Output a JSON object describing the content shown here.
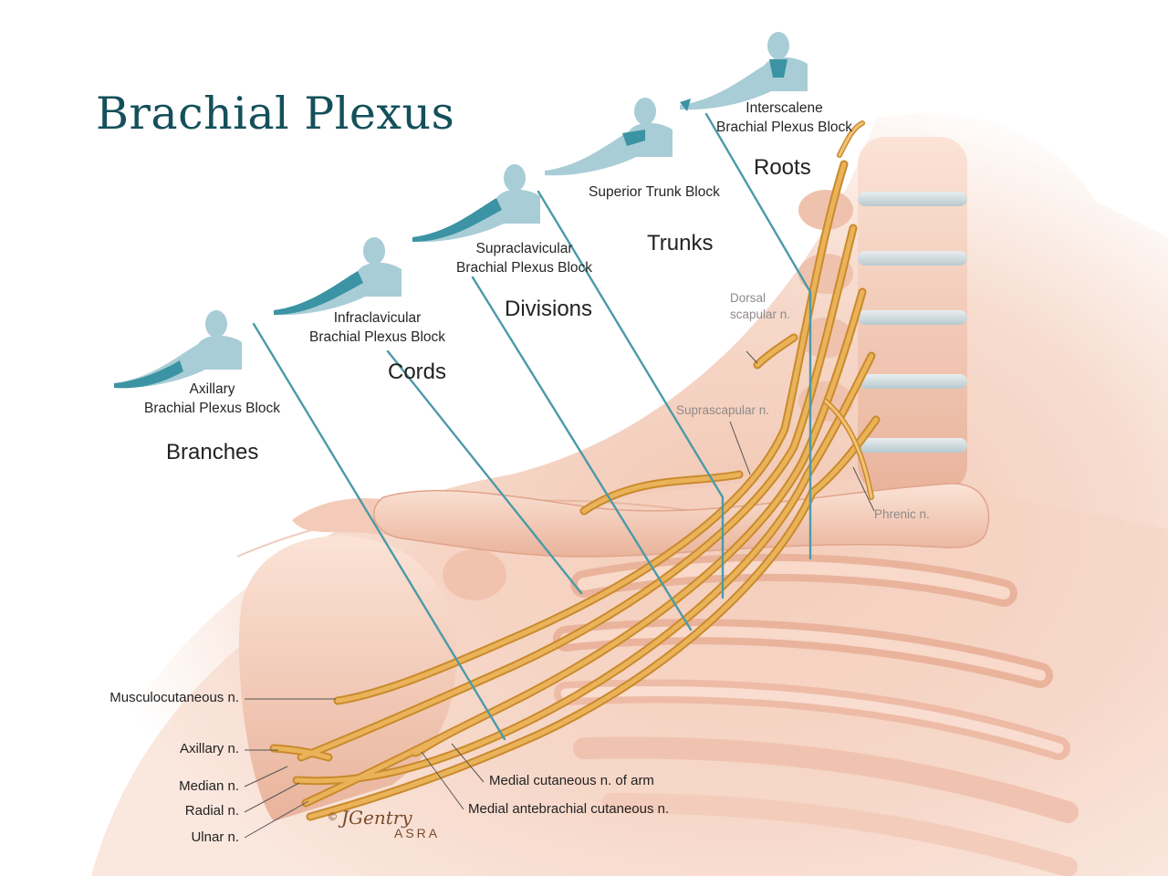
{
  "title": "Brachial Plexus",
  "blocks": {
    "interscalene": [
      "Interscalene",
      "Brachial Plexus Block"
    ],
    "superior_trunk": [
      "Superior Trunk Block"
    ],
    "supraclavicular": [
      "Supraclavicular",
      "Brachial Plexus Block"
    ],
    "infraclavicular": [
      "Infraclavicular",
      "Brachial Plexus Block"
    ],
    "axillary": [
      "Axillary",
      "Brachial Plexus Block"
    ]
  },
  "levels": {
    "roots": "Roots",
    "trunks": "Trunks",
    "divisions": "Divisions",
    "cords": "Cords",
    "branches": "Branches"
  },
  "anatomy_labels": {
    "dorsal_scapular": [
      "Dorsal",
      "scapular n."
    ],
    "suprascapular": "Suprascapular n.",
    "phrenic": "Phrenic n."
  },
  "nerve_labels": {
    "musculocutaneous": "Musculocutaneous n.",
    "axillary": "Axillary n.",
    "median": "Median n.",
    "radial": "Radial n.",
    "ulnar": "Ulnar n.",
    "medial_cutaneous_arm": "Medial cutaneous n. of arm",
    "medial_antebrachial": "Medial antebrachial cutaneous n."
  },
  "credit": {
    "copyright": "©",
    "signature": "JGentry",
    "org": "ASRA"
  },
  "colors": {
    "title": "#14505a",
    "needle": "#4b9aa8",
    "figure": "#a8cdd6",
    "figure_highlight": "#3b93a3",
    "nerve": "#e2a440",
    "bone": "#f3c9b5",
    "tissue": "#f6ddd0"
  }
}
